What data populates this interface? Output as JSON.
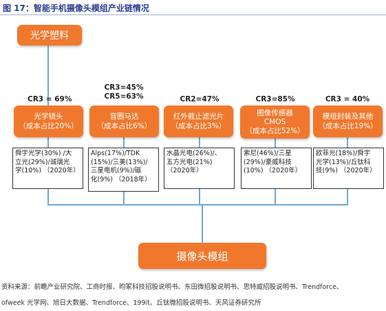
{
  "title": "图 17：智能手机摄像头模组产业链情况",
  "top_material": "光学塑料",
  "bottom_box": "摄像头模组",
  "segments": [
    {
      "cr_lines": [
        "CR3 = 69%"
      ],
      "name_lines": [
        "光学镜头",
        "（成本占比20%）"
      ],
      "company_lines": [
        "舜宇光学(30%) /大",
        "立光(29%)/诚瑞光",
        "学(10%) （2020年）"
      ]
    },
    {
      "cr_lines": [
        "CR3=45%",
        "CR5=63%"
      ],
      "name_lines": [
        "音圈马达",
        "（成本占比6%）"
      ],
      "company_lines": [
        "Alps(17%)/TDK",
        "(15%)/三美(13%)/",
        "三星电机(9%)/磁",
        "化(9%) （2018年）"
      ]
    },
    {
      "cr_lines": [
        "CR2=47%"
      ],
      "name_lines": [
        "红外截止滤光片",
        "（成本占比3%）"
      ],
      "company_lines": [
        "水晶光电(26%)/、",
        "五方光电(21%)",
        "（2020年）"
      ]
    },
    {
      "cr_lines": [
        "CR3=85%"
      ],
      "name_lines": [
        "图像传感器",
        "CMOS",
        "（成本占比52%）"
      ],
      "company_lines": [
        "索尼(46%)/三星",
        "(29%)/豪威科技",
        "(10%) （2020年）"
      ]
    },
    {
      "cr_lines": [
        "CR3 = 40%"
      ],
      "name_lines": [
        "模组封装及其他",
        "（成本占比19%）"
      ],
      "company_lines": [
        "欧菲光(18%)/舜宇",
        "光学(13%)/丘钛科",
        "技(9%) （2020年）"
      ]
    }
  ],
  "source_lines": [
    "资料来源：前瞻产业研究院、工商时报、昀冢科技招股说明书、东田微招股说明书、思特威招股说明书、Trendforce、",
    "ofweek 光学网、旭日大数据、Trendforce、199it、丘钛微招股说明书、天风证券研究所"
  ]
}
